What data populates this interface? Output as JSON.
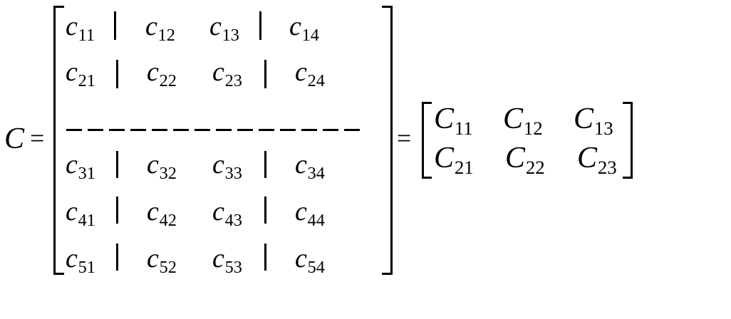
{
  "lhs": {
    "symbol": "C",
    "equals": "="
  },
  "matrix_c": {
    "rows": [
      [
        {
          "base": "c",
          "sub": "11"
        },
        {
          "base": "c",
          "sub": "12"
        },
        {
          "base": "c",
          "sub": "13"
        },
        {
          "base": "c",
          "sub": "14"
        }
      ],
      [
        {
          "base": "c",
          "sub": "21"
        },
        {
          "base": "c",
          "sub": "22"
        },
        {
          "base": "c",
          "sub": "23"
        },
        {
          "base": "c",
          "sub": "24"
        }
      ],
      [
        {
          "base": "c",
          "sub": "31"
        },
        {
          "base": "c",
          "sub": "32"
        },
        {
          "base": "c",
          "sub": "33"
        },
        {
          "base": "c",
          "sub": "34"
        }
      ],
      [
        {
          "base": "c",
          "sub": "41"
        },
        {
          "base": "c",
          "sub": "42"
        },
        {
          "base": "c",
          "sub": "43"
        },
        {
          "base": "c",
          "sub": "44"
        }
      ],
      [
        {
          "base": "c",
          "sub": "51"
        },
        {
          "base": "c",
          "sub": "52"
        },
        {
          "base": "c",
          "sub": "53"
        },
        {
          "base": "c",
          "sub": "54"
        }
      ]
    ]
  },
  "equals2": "=",
  "matrix_blocks": {
    "rows": [
      [
        {
          "base": "C",
          "sub": "11"
        },
        {
          "base": "C",
          "sub": "12"
        },
        {
          "base": "C",
          "sub": "13"
        }
      ],
      [
        {
          "base": "C",
          "sub": "21"
        },
        {
          "base": "C",
          "sub": "22"
        },
        {
          "base": "C",
          "sub": "23"
        }
      ]
    ]
  }
}
